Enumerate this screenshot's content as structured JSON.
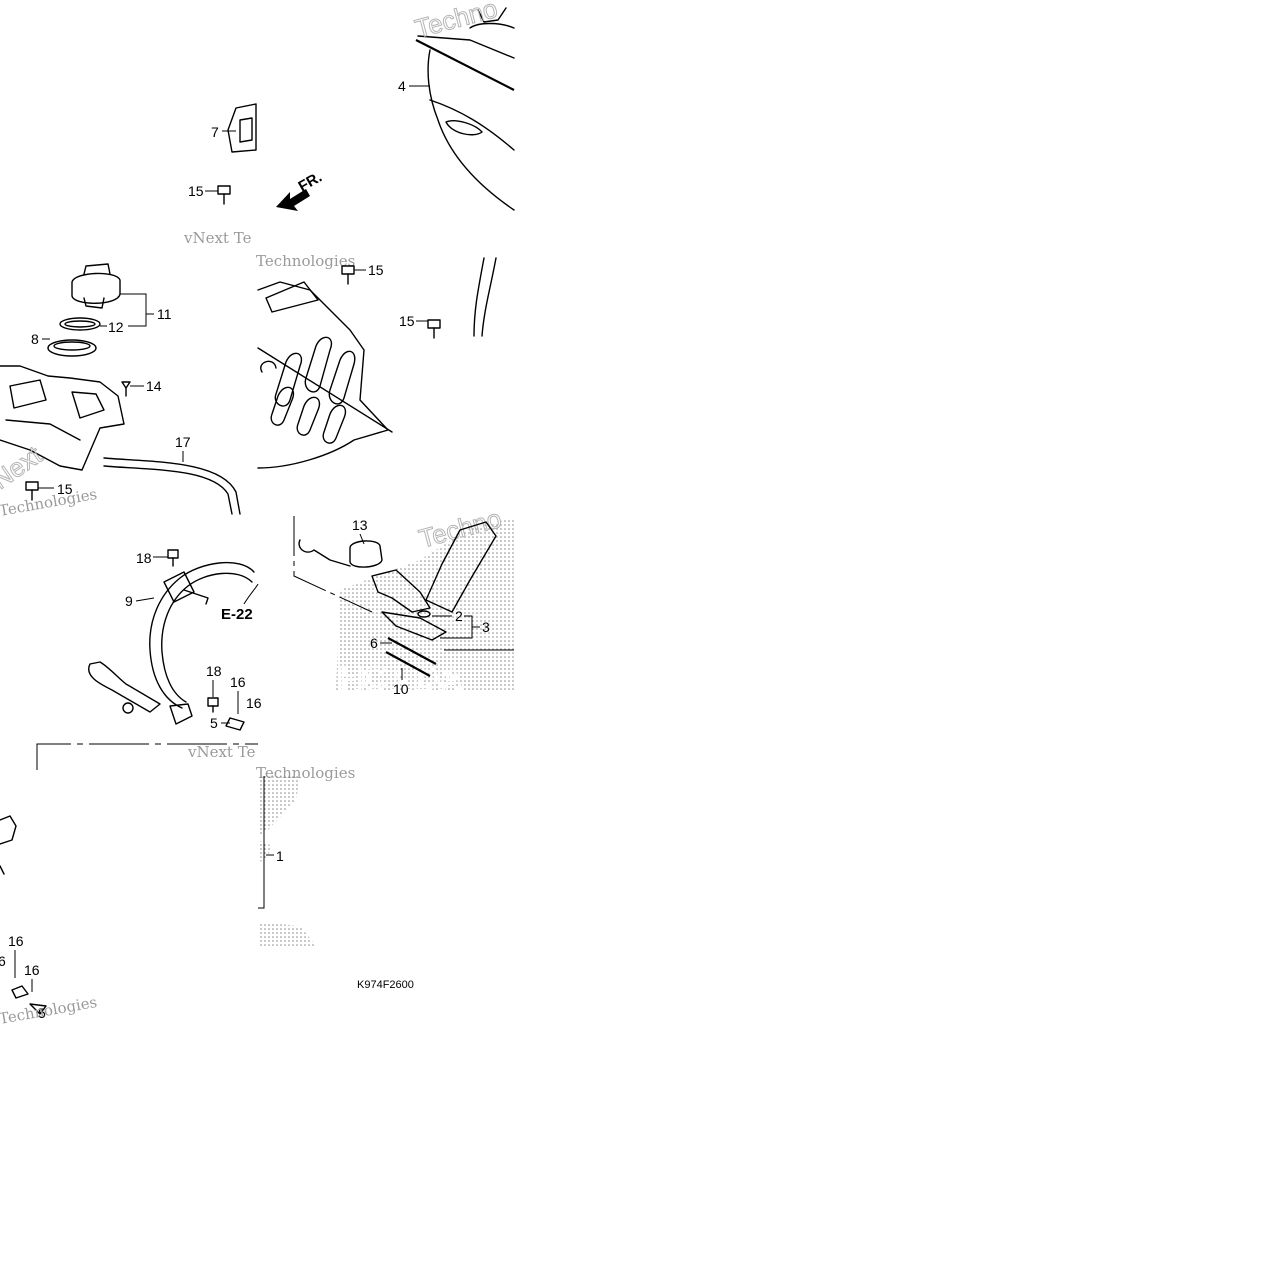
{
  "diagram": {
    "callouts": {
      "c1": "1",
      "c2": "2",
      "c3": "3",
      "c4": "4",
      "c5a": "5",
      "c5b": "5",
      "c6a": "6",
      "c6b": "6",
      "c7": "7",
      "c8": "8",
      "c9": "9",
      "c10": "10",
      "c11": "11",
      "c12": "12",
      "c13": "13",
      "c14": "14",
      "c15a": "15",
      "c15b": "15",
      "c15c": "15",
      "c15d": "15",
      "c16a": "16",
      "c16b": "16",
      "c16c": "16",
      "c16d": "16",
      "c17": "17",
      "c18a": "18",
      "c18b": "18"
    },
    "ref_e22": "E-22",
    "front_marker": "FR.",
    "drawing_code": "K974F2600"
  },
  "watermarks": {
    "vnext_1": "vNext Te",
    "vnext_2": "vNext Te",
    "technologies_1": "Technologies",
    "technologies_2": "Technologies",
    "technologies_3": "Technologies",
    "technologies_4": "Technologies",
    "techno_outline_1": "Techno",
    "techno_outline_2": "Techno",
    "next_outline": "Next",
    "honda_logo": "HONDA"
  },
  "colors": {
    "line": "#000000",
    "watermark": "#9a9a9a",
    "background": "#ffffff"
  }
}
